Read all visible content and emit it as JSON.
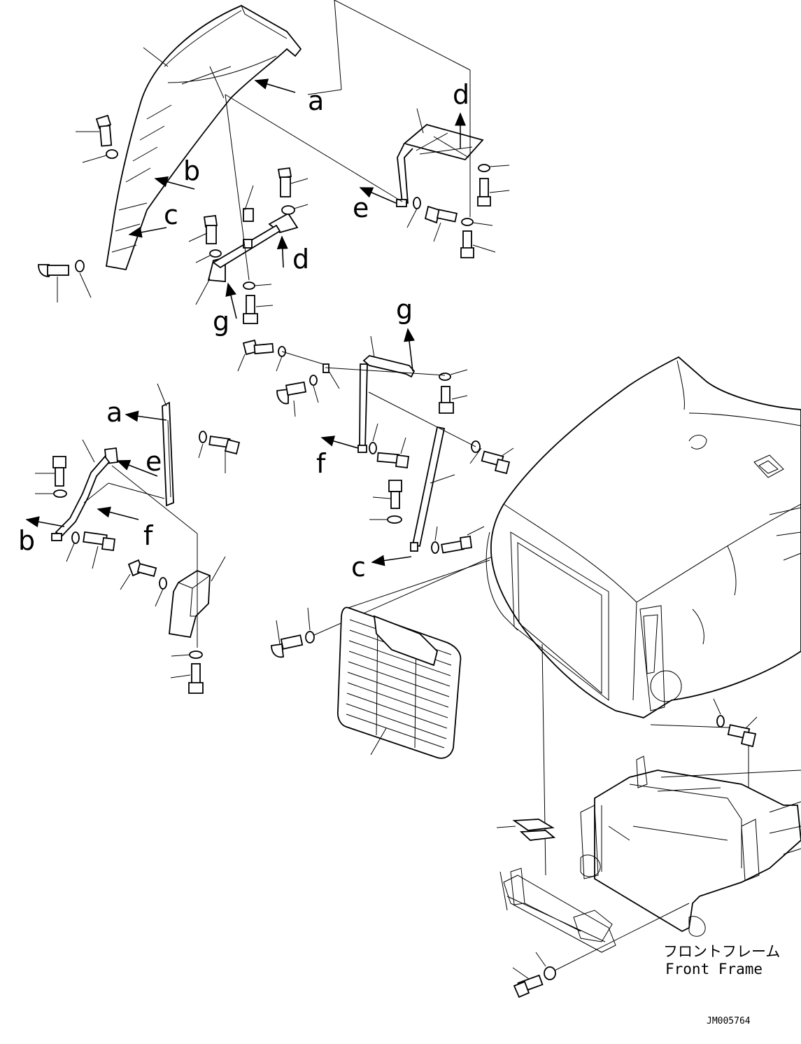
{
  "callouts": {
    "fender": [
      "a",
      "b",
      "c"
    ],
    "upper_bracket": [
      "d",
      "e"
    ],
    "center_bracket": [
      "d",
      "g"
    ],
    "mid_stay": [
      "g",
      "f"
    ],
    "lower_stay": [
      "c"
    ],
    "strip": [
      "a"
    ],
    "left_stay": [
      "e",
      "b",
      "f"
    ]
  },
  "front_frame": {
    "label_jp": "フロントフレーム",
    "label_en": "Front Frame"
  },
  "drawing_code": "JM005764"
}
